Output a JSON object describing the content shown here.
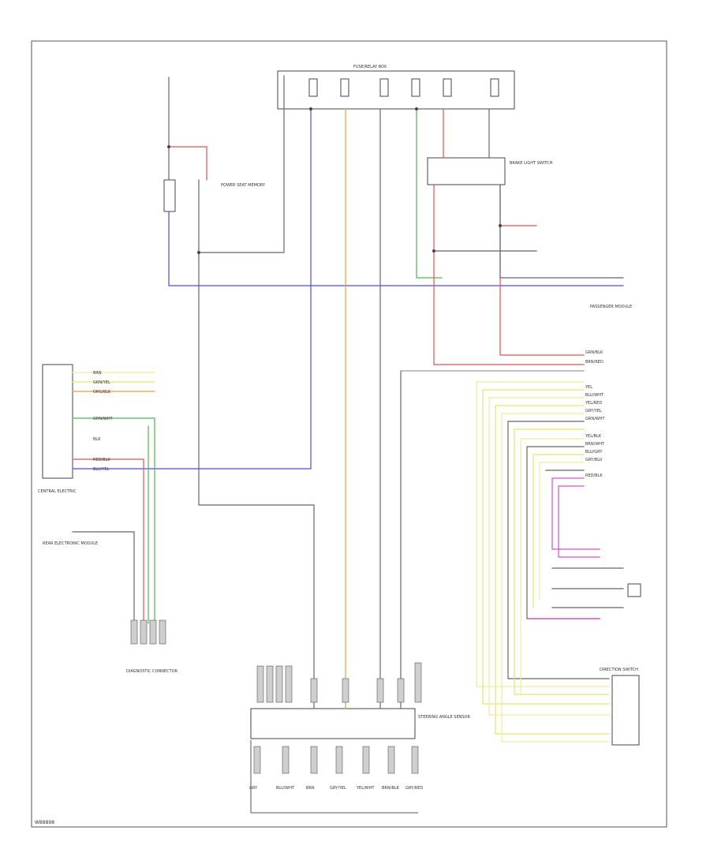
{
  "footer": {
    "code": "W88898"
  },
  "modules": {
    "central_electric": {
      "label": "CENTRAL ELECTRIC"
    },
    "power_seat_memory": {
      "label": "POWER SEAT MEMORY"
    },
    "fuse_box": {
      "label": "FUSE/RELAY BOX"
    },
    "brake_switch": {
      "label": "BRAKE LIGHT SWITCH"
    },
    "steering_angle_sensor": {
      "label": "STEERING ANGLE SENSOR"
    },
    "passenger_module": {
      "label": "PASSENGER MODULE"
    },
    "rear_module": {
      "label": "REAR ELECTRONIC MODULE"
    },
    "diag_connector": {
      "label": "DIAGNOSTIC CONNECTOR"
    },
    "direction_switch": {
      "label": "DIRECTION SWITCH"
    }
  },
  "connectors": {
    "bottom_pin_labels": [
      "GRY",
      "BLU/WHT",
      "BRN",
      "GRY/YEL",
      "YEL/WHT",
      "BRN/BLK",
      "GRY/RED"
    ],
    "left_module_pins": [
      "BRN",
      "GRN/YEL",
      "ORG/BLK",
      "GRN/WHT",
      "BLK",
      "RED/BLK",
      "BLU/YEL"
    ],
    "right_module_pins": [
      "GRN/BLK",
      "BRN/RED",
      "YEL",
      "BLU/WHT",
      "YEL/RED",
      "GRY/YEL",
      "GRN/WHT",
      "YEL/BLK",
      "BRN/WHT",
      "BLU/GRY",
      "GRY/BLU",
      "RED/BLK"
    ]
  }
}
